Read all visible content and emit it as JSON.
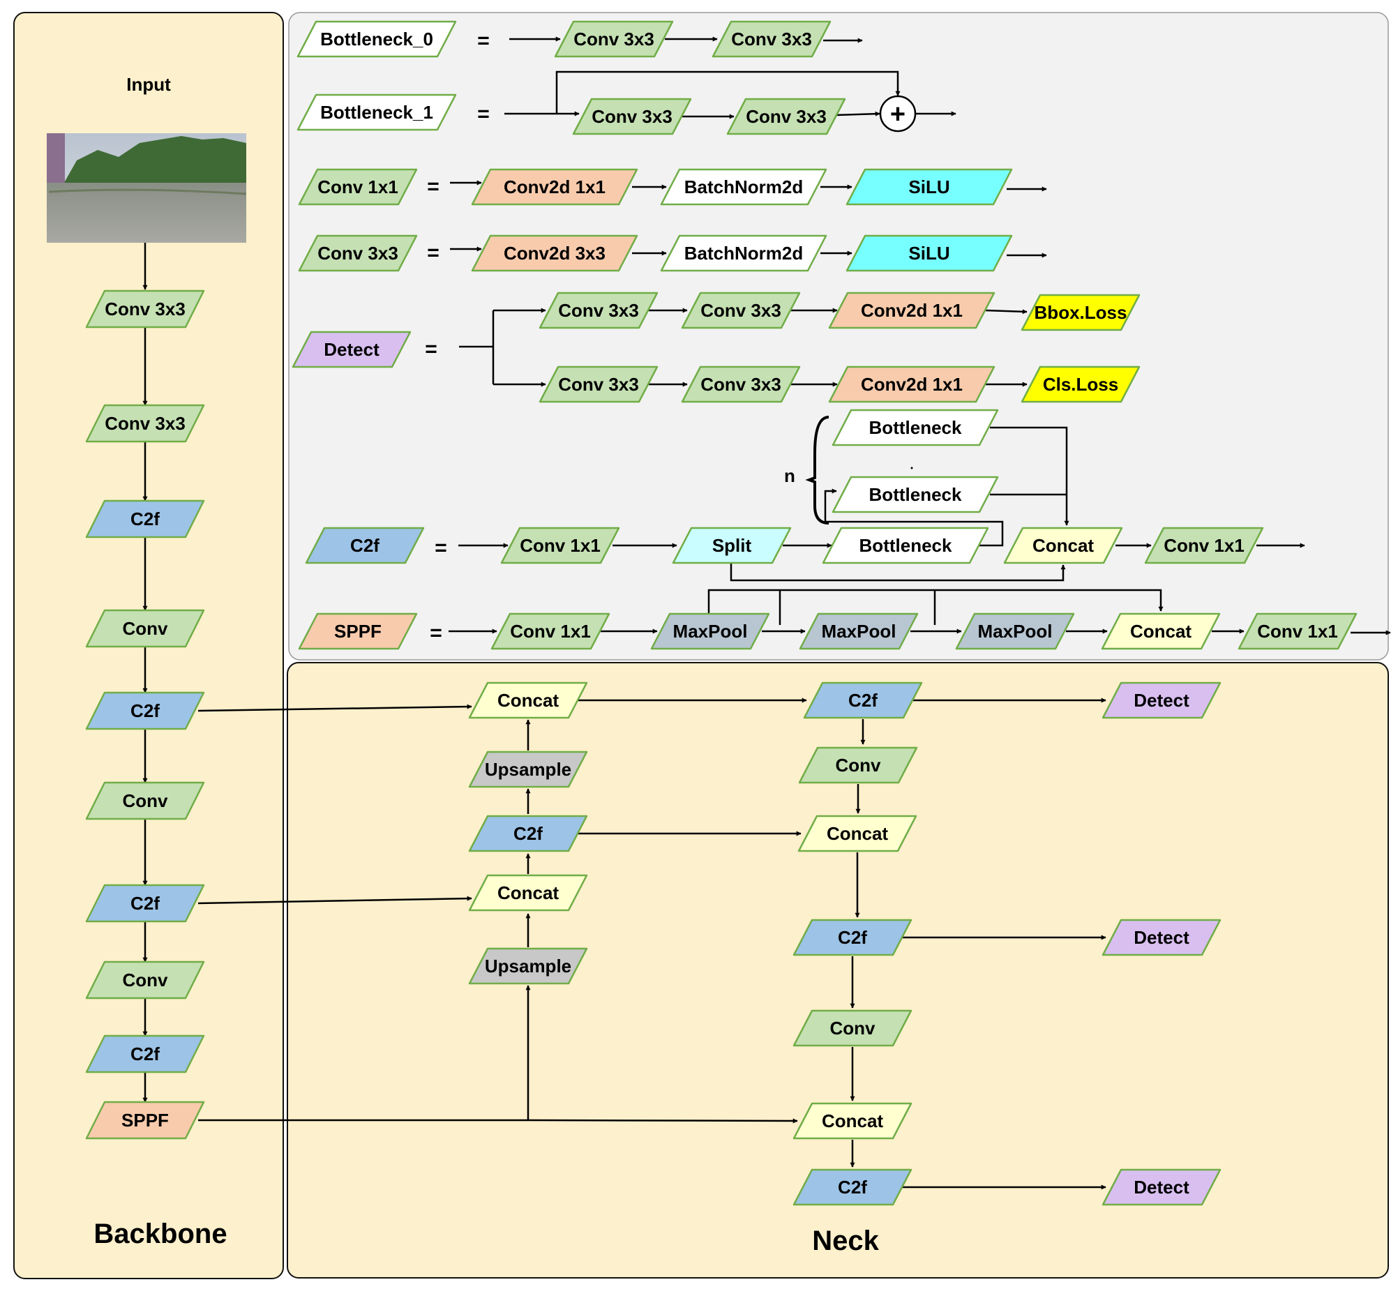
{
  "colors": {
    "panel_bg": "#fdf0cc",
    "legend_bg": "#f2f2f2",
    "conv": "#c5e0b3",
    "c2f": "#9dc3e6",
    "pink": "#f8cbad",
    "silu": "#77ffff",
    "split": "#c9fdff",
    "concat": "#ffffcf",
    "detect": "#d9bff0",
    "maxpool": "#b8c6d2",
    "upsample": "#c8c8c8",
    "loss": "#ffff00",
    "white": "#ffffff",
    "border": "#70ad47"
  },
  "backbone": {
    "title": "Backbone",
    "input_label": "Input",
    "image_icon": "river-scene-photo",
    "layers": [
      "Conv  3x3",
      "Conv 3x3",
      "C2f",
      "Conv",
      "C2f",
      "Conv",
      "C2f",
      "Conv",
      "C2f",
      "SPPF"
    ]
  },
  "neck": {
    "title": "Neck",
    "left_column": [
      "Concat",
      "Upsample",
      "C2f",
      "Concat",
      "Upsample"
    ],
    "right_column": [
      "C2f",
      "Conv",
      "Concat",
      "C2f",
      "Conv",
      "Concat",
      "C2f"
    ],
    "detect_label": "Detect"
  },
  "legend": {
    "equals": "=",
    "plus_symbol": "+",
    "n_label": "n",
    "bottleneck_0": {
      "name": "Bottleneck_0",
      "blocks": [
        "Conv 3x3",
        "Conv 3x3"
      ]
    },
    "bottleneck_1": {
      "name": "Bottleneck_1",
      "blocks": [
        "Conv 3x3",
        "Conv 3x3"
      ]
    },
    "conv1x1": {
      "name": "Conv  1x1",
      "blocks": [
        "Conv2d 1x1",
        "BatchNorm2d",
        "SiLU"
      ]
    },
    "conv3x3": {
      "name": "Conv  3x3",
      "blocks": [
        "Conv2d 3x3",
        "BatchNorm2d",
        "SiLU"
      ]
    },
    "detect": {
      "name": "Detect",
      "branch1": [
        "Conv 3x3",
        "Conv  3x3",
        "Conv2d 1x1",
        "Bbox.Loss"
      ],
      "branch2": [
        "Conv 3x3",
        "Conv  3x3",
        "Conv2d 1x1",
        "Cls.Loss"
      ]
    },
    "c2f": {
      "name": "C2f",
      "blocks": [
        "Conv 1x1",
        "Split",
        "Bottleneck",
        "Concat",
        "Conv 1x1"
      ],
      "stack": [
        "Bottleneck",
        "Bottleneck"
      ]
    },
    "sppf": {
      "name": "SPPF",
      "blocks": [
        "Conv 1x1",
        "MaxPool",
        "MaxPool",
        "MaxPool",
        "Concat",
        "Conv 1x1"
      ]
    }
  }
}
